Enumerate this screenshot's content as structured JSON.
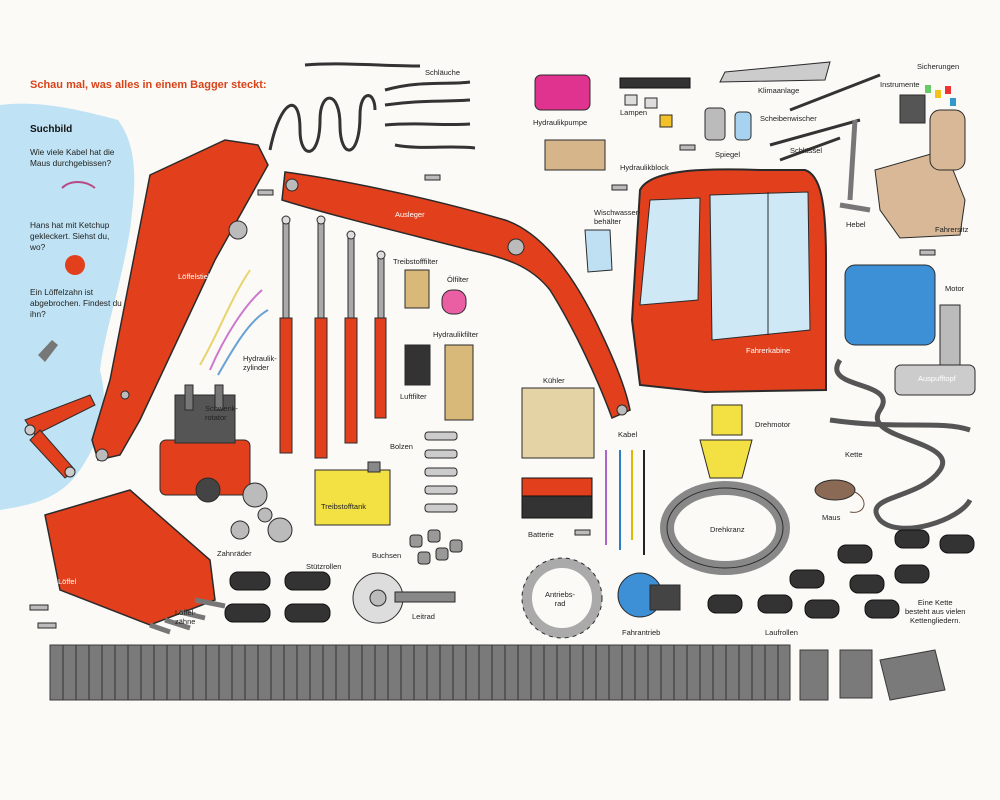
{
  "heading": "Schau mal, was alles in einem Bagger steckt:",
  "suchbild": {
    "title": "Suchbild",
    "q1": "Wie viele Kabel hat die Maus durchgebissen?",
    "q2": "Hans hat mit Ketchup gekleckert. Siehst du, wo?",
    "q3": "Ein Löffelzahn ist abgebrochen. Findest du ihn?"
  },
  "labels": {
    "schlaeuche": "Schläuche",
    "hydraulikpumpe": "Hydraulikpumpe",
    "lampen": "Lampen",
    "klimaanlage": "Klimaanlage",
    "sicherungen": "Sicherungen",
    "instrumente": "Instrumente",
    "scheibenwischer": "Scheibenwischer",
    "spiegel": "Spiegel",
    "schluessel": "Schlüssel",
    "hydraulikblock": "Hydraulikblock",
    "hebel": "Hebel",
    "fahrersitz": "Fahrersitz",
    "wischwasserbehaelter": "Wischwasser-\nbehälter",
    "ausleger": "Ausleger",
    "loeffelstiel": "Löffelstiel",
    "treibstofffilter": "Treibstofffilter",
    "oelfilter": "Ölfilter",
    "hydraulikfilter": "Hydraulikfilter",
    "luftfilter": "Luftfilter",
    "hydraulikzylinder": "Hydraulik-\nzylinder",
    "schwenkrotator": "Schwenk-\nrotator",
    "fahrerkabine": "Fahrerkabine",
    "motor": "Motor",
    "auspufftopf": "Auspufftopf",
    "kuehler": "Kühler",
    "kabel": "Kabel",
    "drehmotor": "Drehmotor",
    "kette": "Kette",
    "bolzen": "Bolzen",
    "treibstofftank": "Treibstofftank",
    "batterie": "Batterie",
    "drehkranz": "Drehkranz",
    "maus": "Maus",
    "loeffel": "Löffel",
    "zahnraeder": "Zahnräder",
    "buchsen": "Buchsen",
    "stuetzrollen": "Stützrollen",
    "loeffelzaehne": "Löffel-\nzähne",
    "leitrad": "Leitrad",
    "antriebsrad": "Antriebs-\nrad",
    "fahrantrieb": "Fahrantrieb",
    "laufrollen": "Laufrollen",
    "kette_info": "Eine Kette\nbesteht aus vielen\nKettengliedern."
  },
  "colors": {
    "orange_red": "#e2401c",
    "dark": "#2b2b2b",
    "blue_sea": "#bfe3f4",
    "blue_motor": "#3d8fd6",
    "yellow": "#f3e043",
    "magenta": "#e0338f",
    "heading": "#d9431a",
    "grey_track": "#6d6d6d"
  }
}
